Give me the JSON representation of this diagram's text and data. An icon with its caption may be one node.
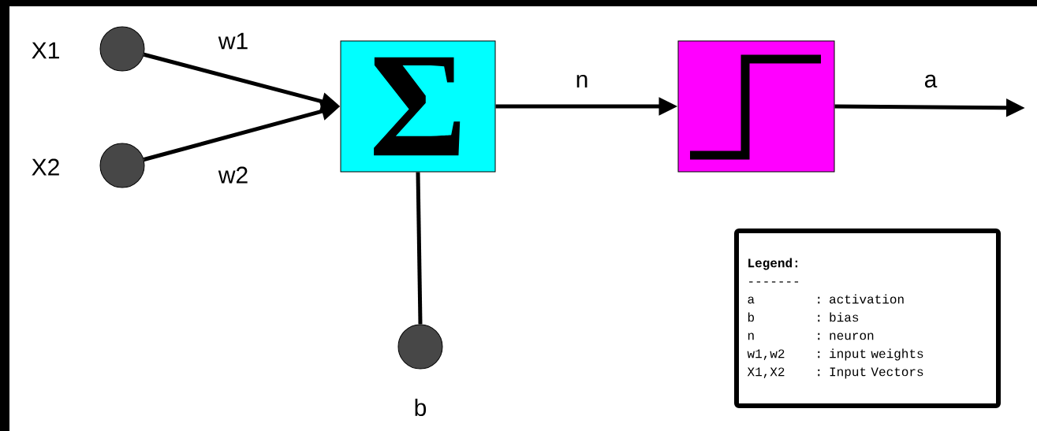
{
  "diagram": {
    "nodes": [
      {
        "text": [],
        "shape": "circle",
        "beside": [
          "X1"
        ]
      },
      {
        "text": [],
        "shape": "circle",
        "beside": [
          "X2"
        ]
      },
      {
        "text": [
          "Σ"
        ]
      },
      {
        "text": [],
        "shape": "box"
      },
      {
        "text": [],
        "shape": "circle",
        "beside": [
          "b"
        ]
      },
      {
        "text": [
          "Legend:",
          "-------",
          "a",
          ": activation",
          "b",
          ": bias",
          "n",
          ": neuron",
          "w1,w2",
          ": input weights",
          "X1,X2",
          ": Input Vectors"
        ]
      }
    ],
    "edges": [
      {
        "from": 0,
        "to": 2,
        "arrow": "to",
        "label": "w1"
      },
      {
        "from": 1,
        "to": 2,
        "arrow": "to",
        "label": "w2"
      },
      {
        "from": 4,
        "to": 2,
        "arrow": "none"
      },
      {
        "from": 2,
        "to": 3,
        "arrow": "to",
        "label": "n"
      },
      {
        "from": 3,
        "to": null,
        "arrow": "to",
        "label": "a"
      }
    ]
  }
}
